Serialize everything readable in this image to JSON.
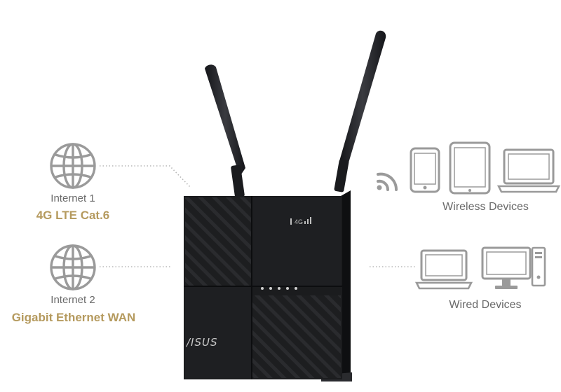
{
  "internet1": {
    "label": "Internet 1",
    "type": "4G LTE Cat.6",
    "icon": "globe-icon"
  },
  "internet2": {
    "label": "Internet 2",
    "type": "Gigabit Ethernet WAN",
    "icon": "globe-icon"
  },
  "wireless": {
    "label": "Wireless Devices",
    "icons": [
      "wifi-signal-icon",
      "smartphone-icon",
      "tablet-icon",
      "laptop-icon"
    ]
  },
  "wired": {
    "label": "Wired Devices",
    "icons": [
      "laptop-icon",
      "desktop-monitor-icon",
      "desktop-tower-icon"
    ]
  },
  "router": {
    "brand": "/ISUS",
    "product_image": "router-with-antennas"
  },
  "colors": {
    "gold": "#b59a5e",
    "icon_gray": "#9a9a9a",
    "router_body": "#1b1c1e"
  }
}
